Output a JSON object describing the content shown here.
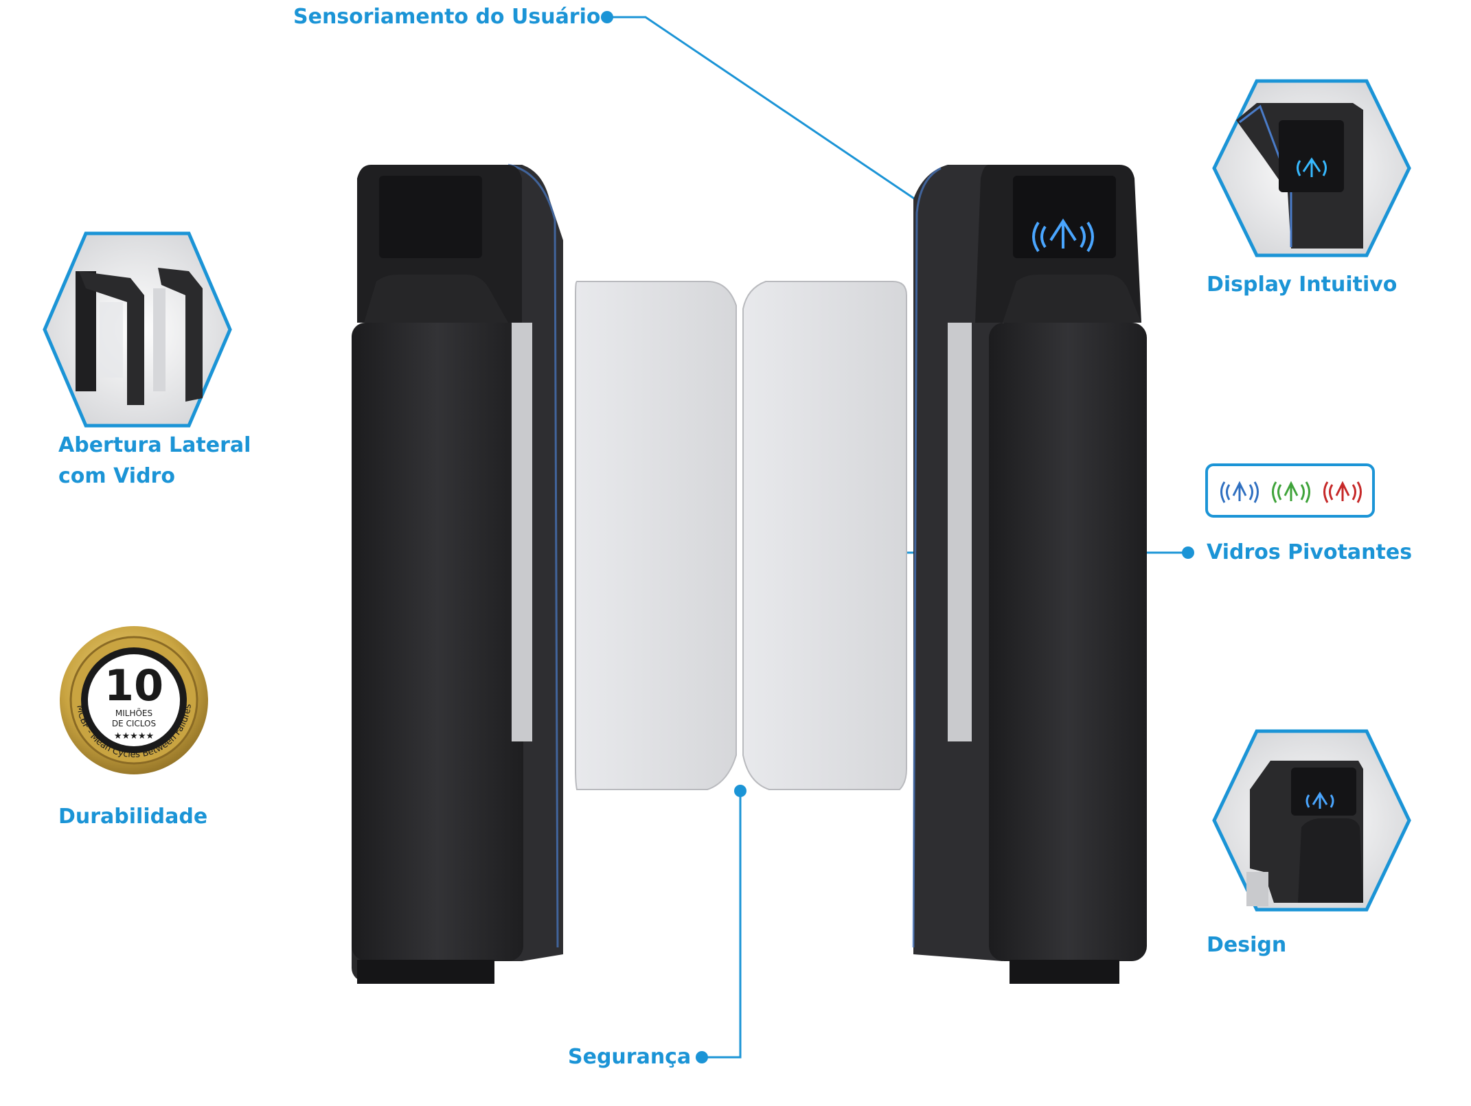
{
  "features": {
    "sensing": "Sensoriamento do Usuário",
    "display": "Display Intuitivo",
    "lateral_line1": "Abertura Lateral",
    "lateral_line2": "com Vidro",
    "pivot": "Vidros Pivotantes",
    "durability": "Durabilidade",
    "design": "Design",
    "security": "Segurança"
  },
  "badge": {
    "number": "10",
    "line1": "MILHÕES",
    "line2": "DE CICLOS",
    "stars": "★★★★★",
    "ring_text": "MCBF - Mean Cycles Between Failures"
  },
  "status_icons": [
    {
      "name": "blue-signal-icon",
      "color": "#2f6fc0"
    },
    {
      "name": "green-signal-icon",
      "color": "#3fa33a"
    },
    {
      "name": "red-signal-icon",
      "color": "#c62828"
    }
  ],
  "colors": {
    "accent": "#1b94d6",
    "body": "#2b2b2d",
    "glass": "#dfe0e3",
    "gold": "#c9a441"
  }
}
